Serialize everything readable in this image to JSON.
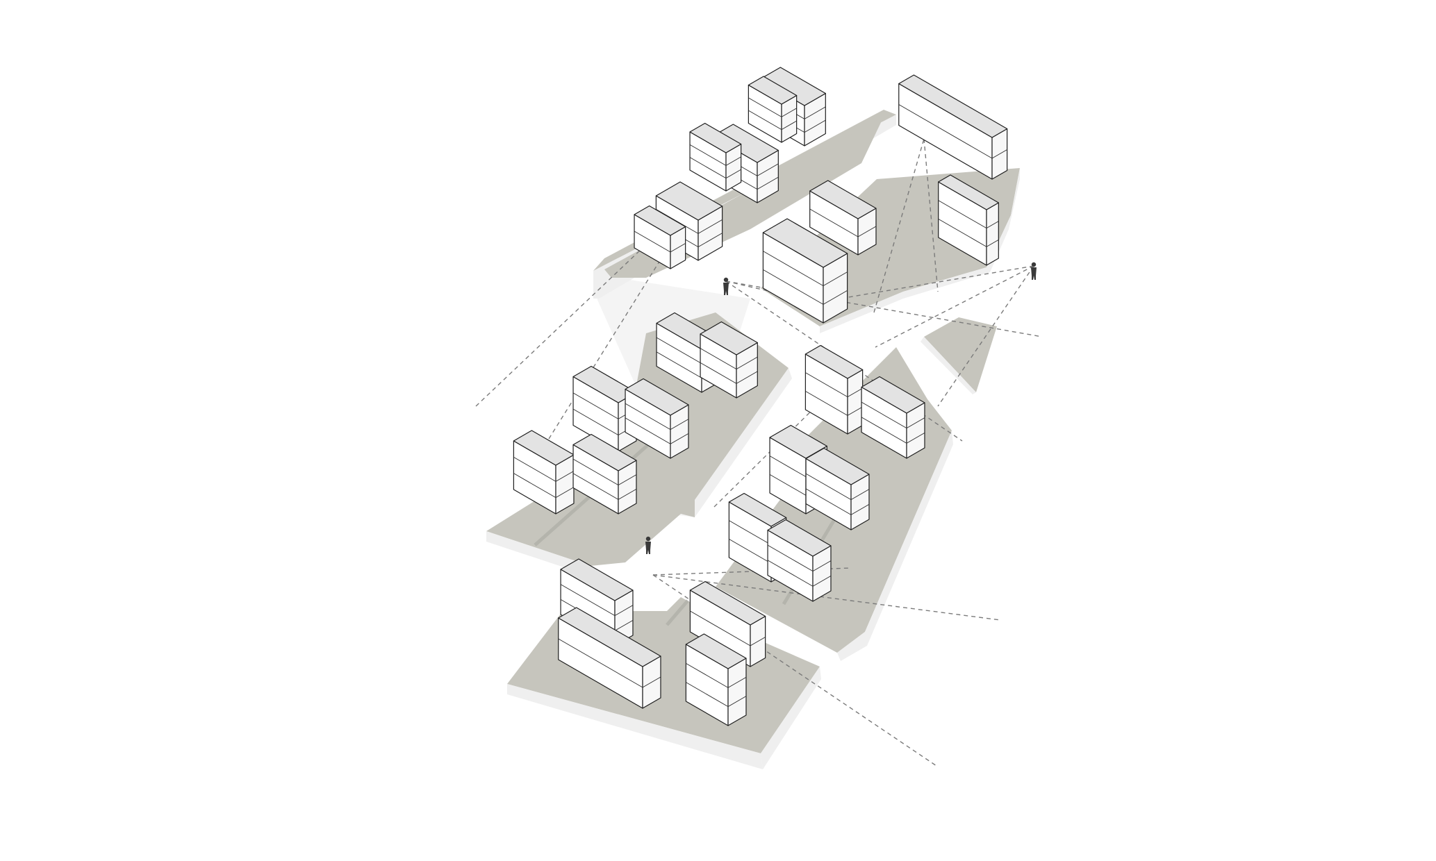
{
  "diagram": {
    "kind": "axonometric site massing diagram",
    "text_labels": [],
    "colors": {
      "ground": "#c6c5bd",
      "building_top": "#e3e3e3",
      "building_side": "#ffffff",
      "outline": "#1e1e1e",
      "sightline": "#7a7a7a",
      "background": "#ffffff"
    },
    "blocks": [
      {
        "id": "north-row",
        "buildings": 6
      },
      {
        "id": "north-east-cluster",
        "buildings": 4
      },
      {
        "id": "west-cluster",
        "buildings": 6
      },
      {
        "id": "east-cluster",
        "buildings": 6
      },
      {
        "id": "south-cluster",
        "buildings": 4
      },
      {
        "id": "triangle-plot",
        "buildings": 0
      }
    ],
    "viewpoints": [
      {
        "id": "viewer-1",
        "icon": "person-icon"
      },
      {
        "id": "viewer-2",
        "icon": "person-icon"
      },
      {
        "id": "viewer-3",
        "icon": "person-icon"
      }
    ],
    "sightline_style": "dashed"
  }
}
